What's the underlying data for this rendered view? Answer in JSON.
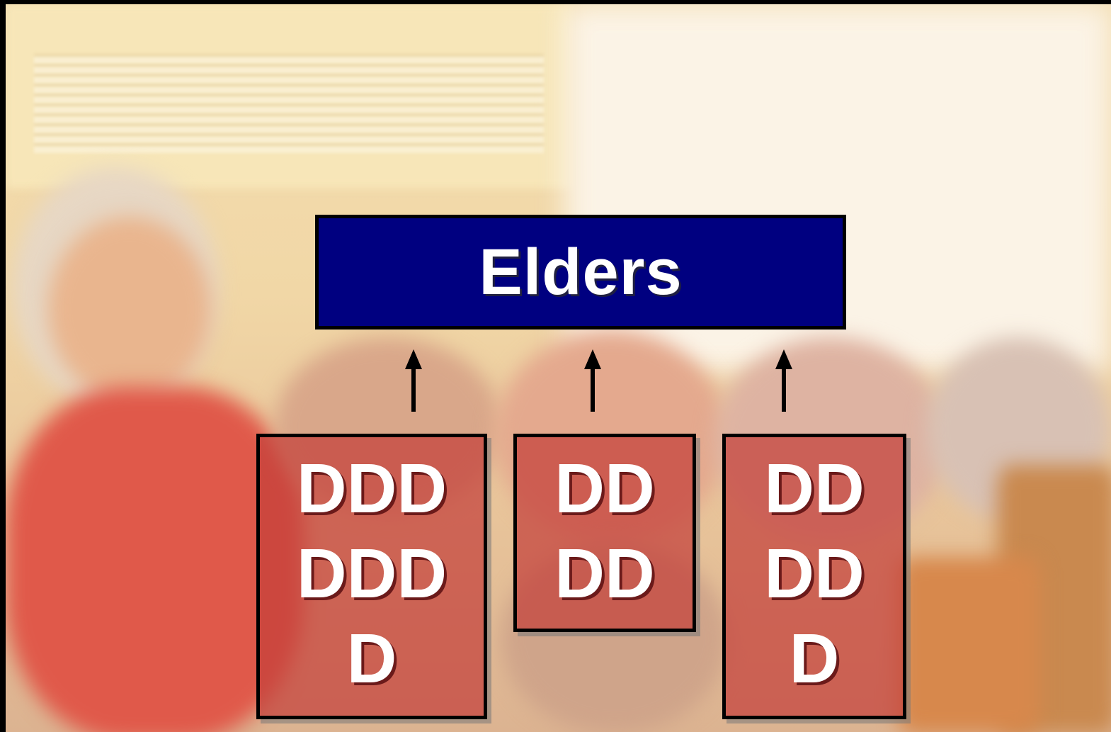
{
  "diagram": {
    "title": "Elders",
    "title_bg_color": "#000080",
    "unit_box_color": "#c4403a",
    "arrow_color": "#000000",
    "units": [
      {
        "label": "DDD\nDDD\nD"
      },
      {
        "label": "DD\nDD"
      },
      {
        "label": "DD\nDD\nD"
      }
    ]
  }
}
